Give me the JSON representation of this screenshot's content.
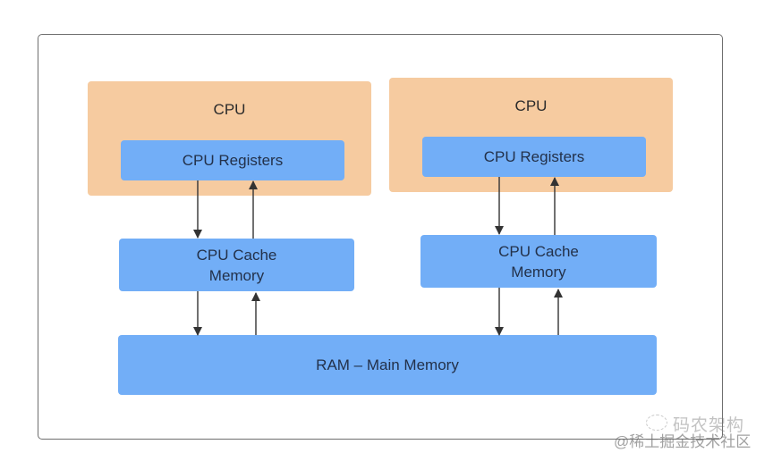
{
  "diagram": {
    "cpus": [
      {
        "label": "CPU",
        "registers_label": "CPU Registers",
        "cache_label_line1": "CPU Cache",
        "cache_label_line2": "Memory"
      },
      {
        "label": "CPU",
        "registers_label": "CPU Registers",
        "cache_label_line1": "CPU Cache",
        "cache_label_line2": "Memory"
      }
    ],
    "ram_label": "RAM – Main Memory",
    "colors": {
      "cpu_fill": "#f6cba0",
      "memory_fill": "#72aef7",
      "arrow": "#333333",
      "frame": "#6e6e6e"
    }
  },
  "watermark": {
    "line1": "码农架构",
    "line2": "@稀土掘金技术社区"
  }
}
